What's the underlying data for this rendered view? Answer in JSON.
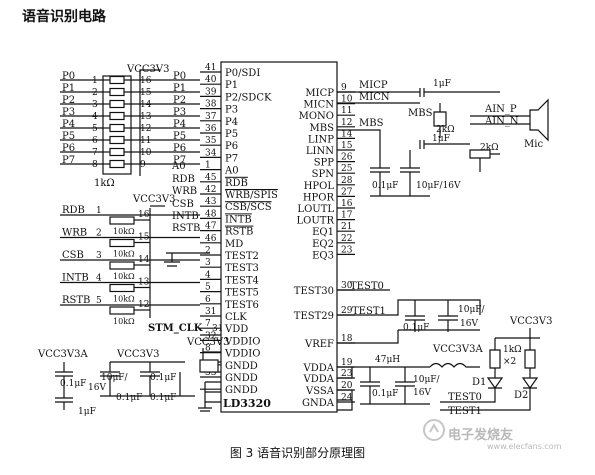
{
  "page_title": "语音识别电路",
  "caption": "图 3 语音识别部分原理图",
  "watermark": "电子发烧友",
  "watermark_url": "www.elecfans.com",
  "chip": {
    "name": "LD3320",
    "left_pins": [
      {
        "num": "41",
        "name": "P0/SDI"
      },
      {
        "num": "40",
        "name": "P1"
      },
      {
        "num": "39",
        "name": "P2/SDCK"
      },
      {
        "num": "38",
        "name": "P3"
      },
      {
        "num": "37",
        "name": "P4"
      },
      {
        "num": "36",
        "name": "P5"
      },
      {
        "num": "35",
        "name": "P6"
      },
      {
        "num": "34",
        "name": "P7"
      },
      {
        "num": "1",
        "name": "A0"
      },
      {
        "num": "45",
        "name": "RDB"
      },
      {
        "num": "42",
        "name": "WRB/SPIS"
      },
      {
        "num": "43",
        "name": "CSB/SCS"
      },
      {
        "num": "48",
        "name": "INTB"
      },
      {
        "num": "47",
        "name": "RSTB"
      },
      {
        "num": "46",
        "name": "MD"
      },
      {
        "num": "2",
        "name": "TEST2"
      },
      {
        "num": "3",
        "name": "TEST3"
      },
      {
        "num": "4",
        "name": "TEST4"
      },
      {
        "num": "5",
        "name": "TEST5"
      },
      {
        "num": "6",
        "name": "TEST6"
      },
      {
        "num": "31",
        "name": "CLK"
      },
      {
        "num": "7",
        "name": "VDD"
      },
      {
        "num": "32",
        "name": "VDDIO"
      },
      {
        "num": "8",
        "name": "VDDIO"
      },
      {
        "num": "",
        "name": "GNDD"
      },
      {
        "num": "33",
        "name": "GNDD"
      },
      {
        "num": "",
        "name": "GNDD"
      }
    ],
    "right_pins": [
      {
        "num": "9",
        "name": "MICP"
      },
      {
        "num": "10",
        "name": "MICN"
      },
      {
        "num": "11",
        "name": "MONO"
      },
      {
        "num": "12",
        "name": "MBS"
      },
      {
        "num": "14",
        "name": "LINP"
      },
      {
        "num": "15",
        "name": "LINN"
      },
      {
        "num": "26",
        "name": "SPP"
      },
      {
        "num": "25",
        "name": "SPN"
      },
      {
        "num": "28",
        "name": "HPOL"
      },
      {
        "num": "27",
        "name": "HPOR"
      },
      {
        "num": "16",
        "name": "LOUTL"
      },
      {
        "num": "17",
        "name": "LOUTR"
      },
      {
        "num": "21",
        "name": "EQ1"
      },
      {
        "num": "22",
        "name": "EQ2"
      },
      {
        "num": "23",
        "name": "EQ3"
      },
      {
        "num": "30",
        "name": "TEST30"
      },
      {
        "num": "29",
        "name": "TEST29"
      },
      {
        "num": "18",
        "name": "VREF"
      },
      {
        "num": "19",
        "name": "VDDA"
      },
      {
        "num": "23",
        "name": "VDDA"
      },
      {
        "num": "20",
        "name": "VSSA"
      },
      {
        "num": "24",
        "name": "GNDA"
      }
    ]
  },
  "resnet1": {
    "vcc": "VCC3V3",
    "label": "1kΩ",
    "pins_left": [
      "1",
      "2",
      "3",
      "4",
      "5",
      "6",
      "7",
      "8"
    ],
    "pins_right": [
      "16",
      "15",
      "14",
      "13",
      "12",
      "11",
      "10",
      "9"
    ],
    "signals_in": [
      "P0",
      "P1",
      "P2",
      "P3",
      "P4",
      "P5",
      "P6",
      "P7"
    ],
    "signals_out": [
      "P0",
      "P1",
      "P2",
      "P3",
      "P4",
      "P5",
      "P6",
      "P7"
    ]
  },
  "resnet2": {
    "vcc": "VCC3V3",
    "value": "10kΩ",
    "signals": [
      "RDB",
      "WRB",
      "CSB",
      "INTB",
      "RSTB"
    ],
    "pins_left": [
      "1",
      "2",
      "3",
      "4",
      "5"
    ],
    "pins_right": [
      "16",
      "15",
      "14",
      "13",
      "12"
    ]
  },
  "chip_side_signals": [
    "A0",
    "RDB",
    "WRB",
    "CSB",
    "INTB",
    "RSTB"
  ],
  "clk_label": "STM_CLK",
  "vdd_labels": {
    "left_supply": "VCC3V3A",
    "mid_supply": "VCC3V3",
    "chip_supply": "VCC3V3"
  },
  "left_caps": [
    "0.1μF",
    "1μF",
    "10μF/",
    "16V",
    "0.1μF",
    "0.1μF",
    "0.1μF"
  ],
  "mic": {
    "net_p": "MICP",
    "net_n": "MICN",
    "net_mbs": "MBS",
    "mbs_label": "MBS",
    "cap_top": "1μF",
    "cap_mid": "1μF",
    "r1": "2kΩ",
    "r2": "2kΩ",
    "ain_p": "AIN_P",
    "ain_n": "AIN_N",
    "mic_label": "Mic",
    "cap_bottom_a": "0.1μF",
    "cap_bottom_b": "10μF/16V"
  },
  "test_nets": {
    "test0": "TEST0",
    "test1": "TEST1",
    "test1_bottom": "TEST1",
    "test0_bottom": "TEST0"
  },
  "vref_caps": {
    "c1": "0.1μF",
    "c2": "10μF/",
    "c2b": "16V"
  },
  "vdda_filter": {
    "inductor": "47μH",
    "supply": "VCC3V3A",
    "c1": "0.1μF",
    "c2": "10μF/",
    "c2b": "16V"
  },
  "leds": {
    "vcc": "VCC3V3",
    "r": "1kΩ",
    "r_mult": "×2",
    "d1": "D1",
    "d2": "D2"
  }
}
